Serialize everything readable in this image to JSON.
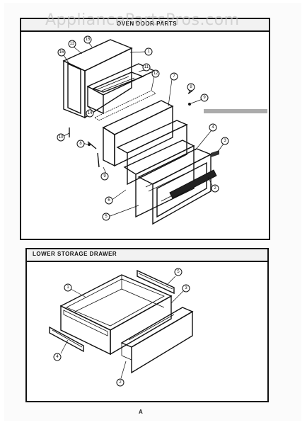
{
  "watermark": "AppliancePartsPros.com",
  "oven_door": {
    "title": "OVEN DOOR PARTS",
    "callouts": [
      "1",
      "2",
      "3",
      "4",
      "5",
      "6",
      "7",
      "8",
      "9",
      "10",
      "11",
      "12",
      "13",
      "14",
      "15",
      "16"
    ]
  },
  "storage_drawer": {
    "title": "LOWER STORAGE DRAWER",
    "callouts": [
      "1",
      "2",
      "3",
      "4",
      "5"
    ]
  },
  "footer_mark": "A"
}
